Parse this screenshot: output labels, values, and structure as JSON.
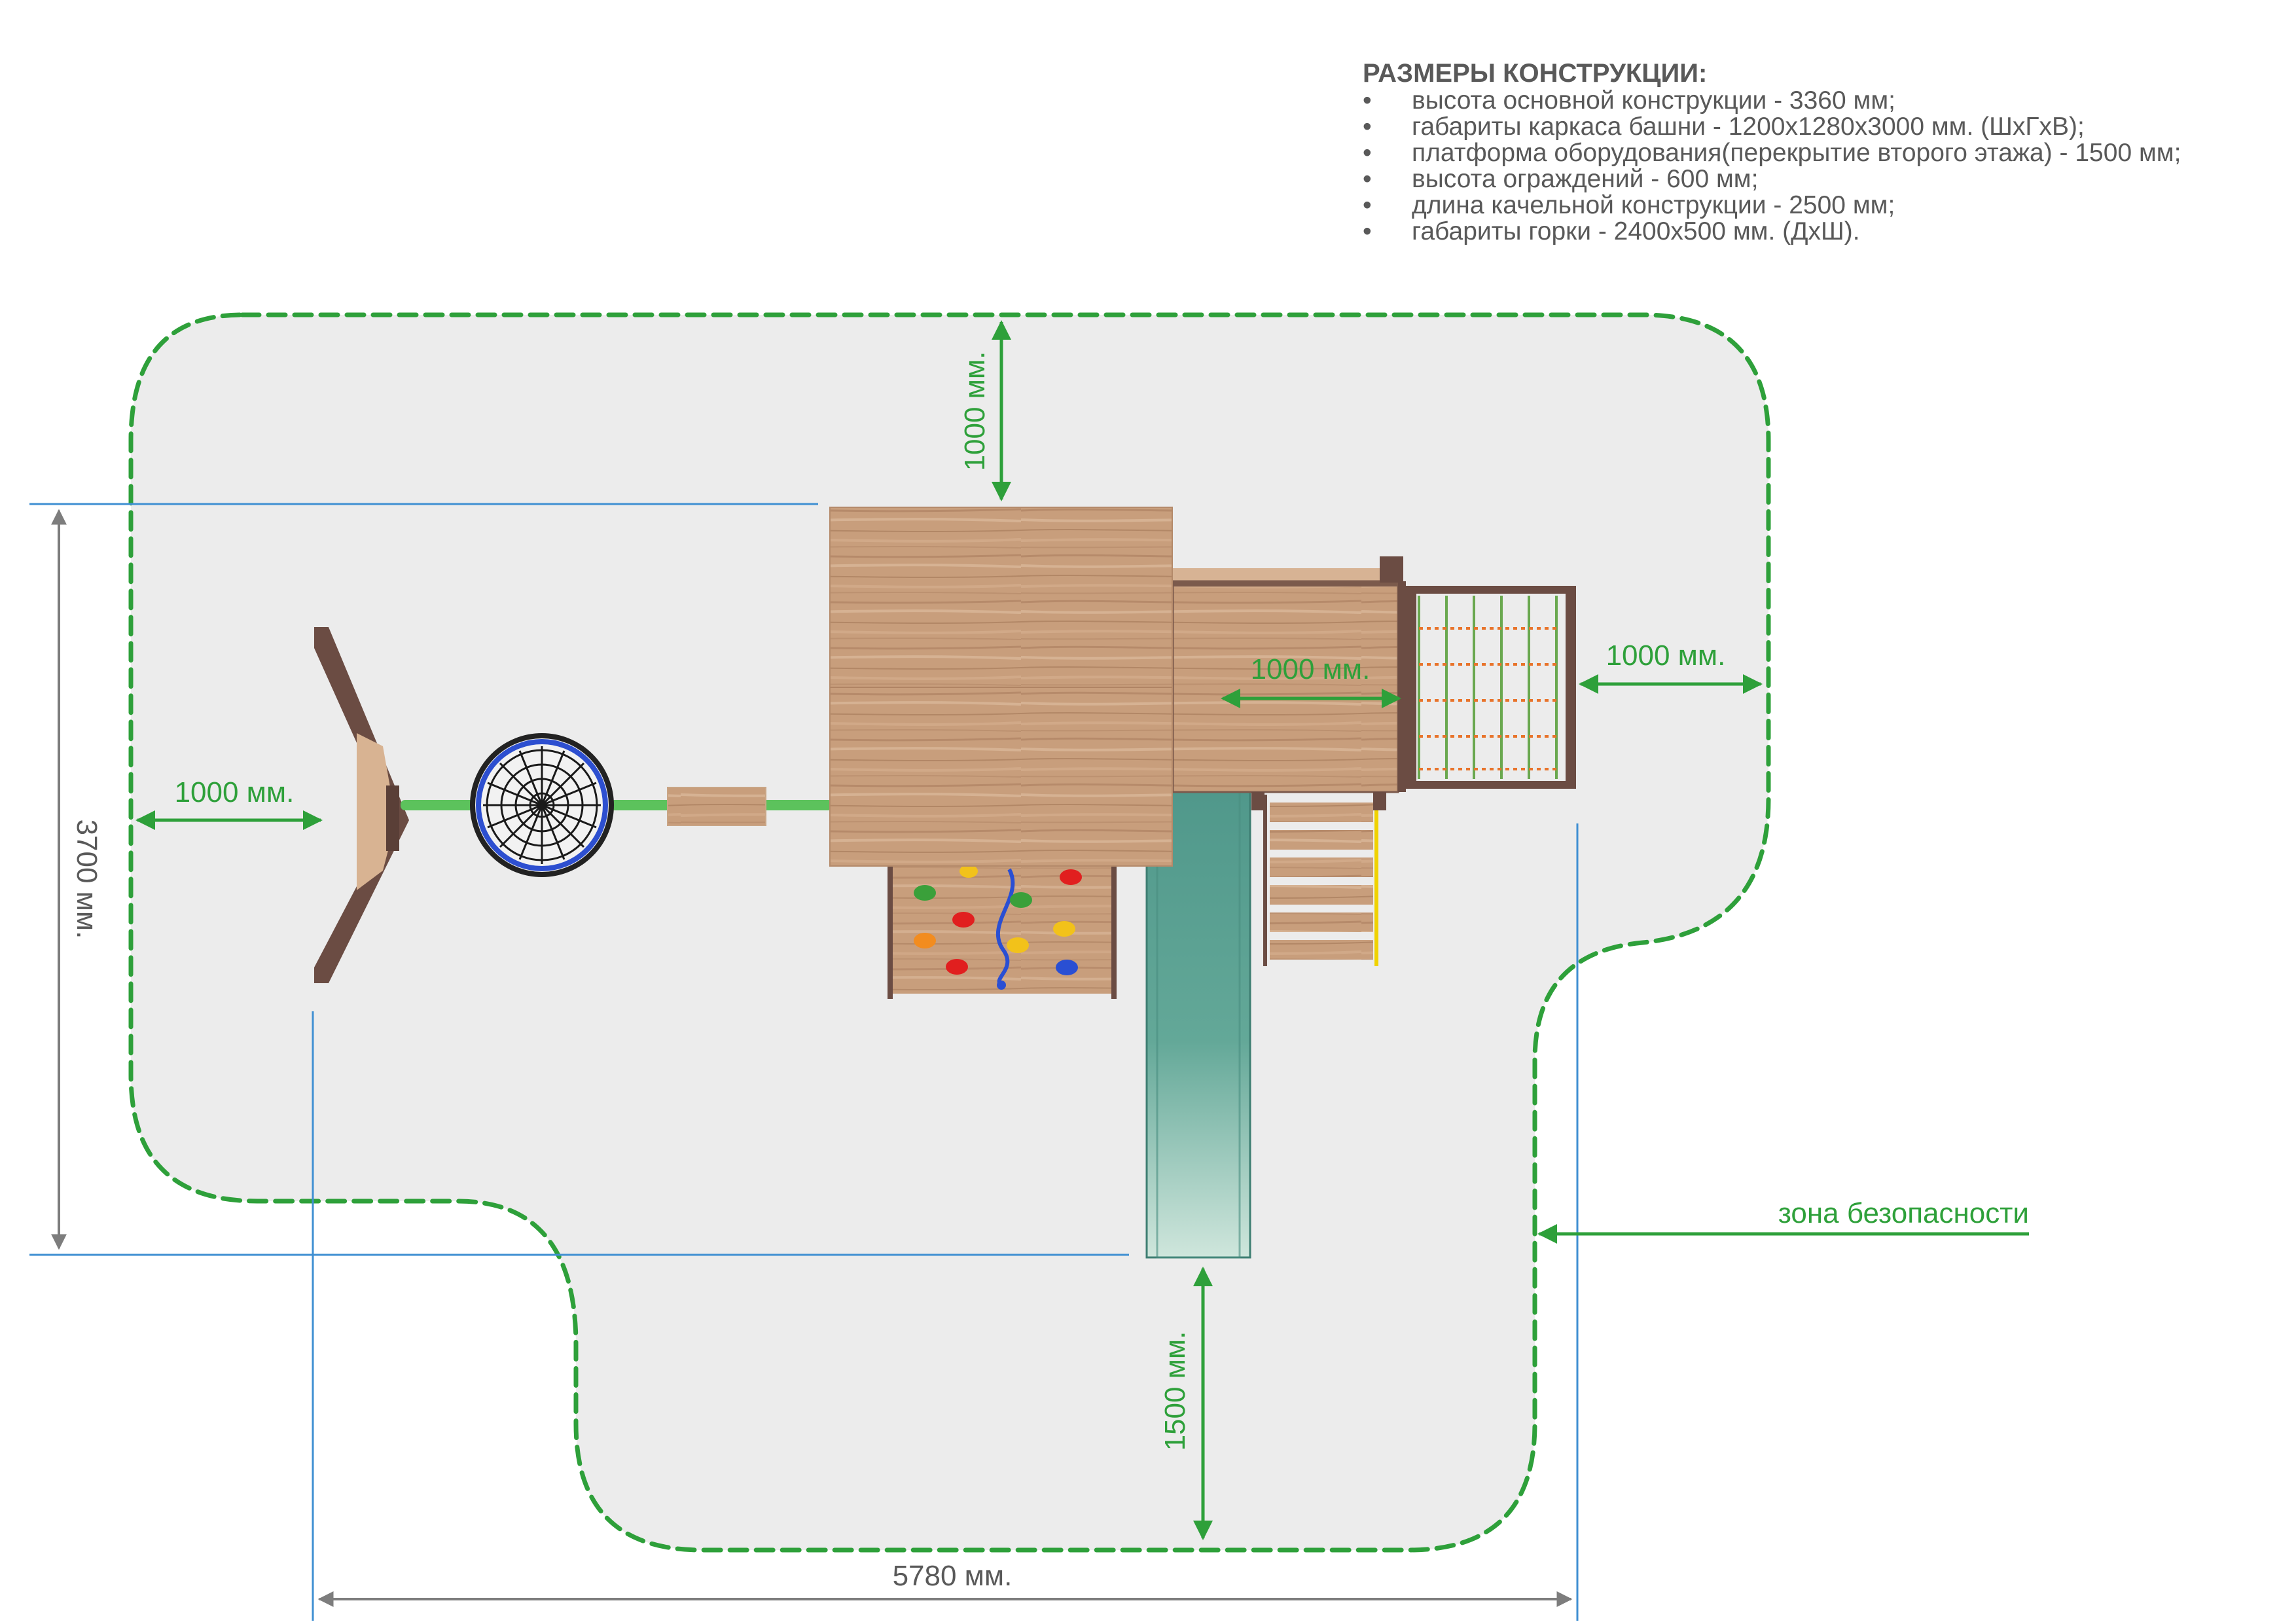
{
  "specs": {
    "title": "РАЗМЕРЫ КОНСТРУКЦИИ:",
    "items": [
      "высота основной конструкции - 3360 мм;",
      "габариты каркаса башни - 1200х1280х3000 мм. (ШхГхВ);",
      "платформа оборудования(перекрытие второго этажа) - 1500 мм;",
      "высота ограждений - 600 мм;",
      "длина качельной конструкции - 2500 мм;",
      "габариты горки - 2400х500 мм. (ДхШ)."
    ]
  },
  "dimensions": {
    "top_clearance": "1000 мм.",
    "left_clearance": "1000 мм.",
    "right_clearance": "1000 мм.",
    "bridge_width": "1000 мм.",
    "slide_clearance": "1500 мм.",
    "overall_depth": "3700 мм.",
    "overall_length": "5780 мм."
  },
  "safety_zone_label": "зона безопасности",
  "colors": {
    "safety_zone_stroke": "#2ea03a",
    "safety_zone_fill": "#ececec",
    "dimension_arrow": "#2ea03a",
    "dimension_label": "#2ea03a",
    "extension_line": "#3f8fd2",
    "overall_dimension": "#7d7d7d",
    "spec_text": "#595959",
    "wood": "#c69a77",
    "frame": "#6b4c43",
    "slide": "#5a9e8f",
    "crossbar": "#5cc25c"
  }
}
